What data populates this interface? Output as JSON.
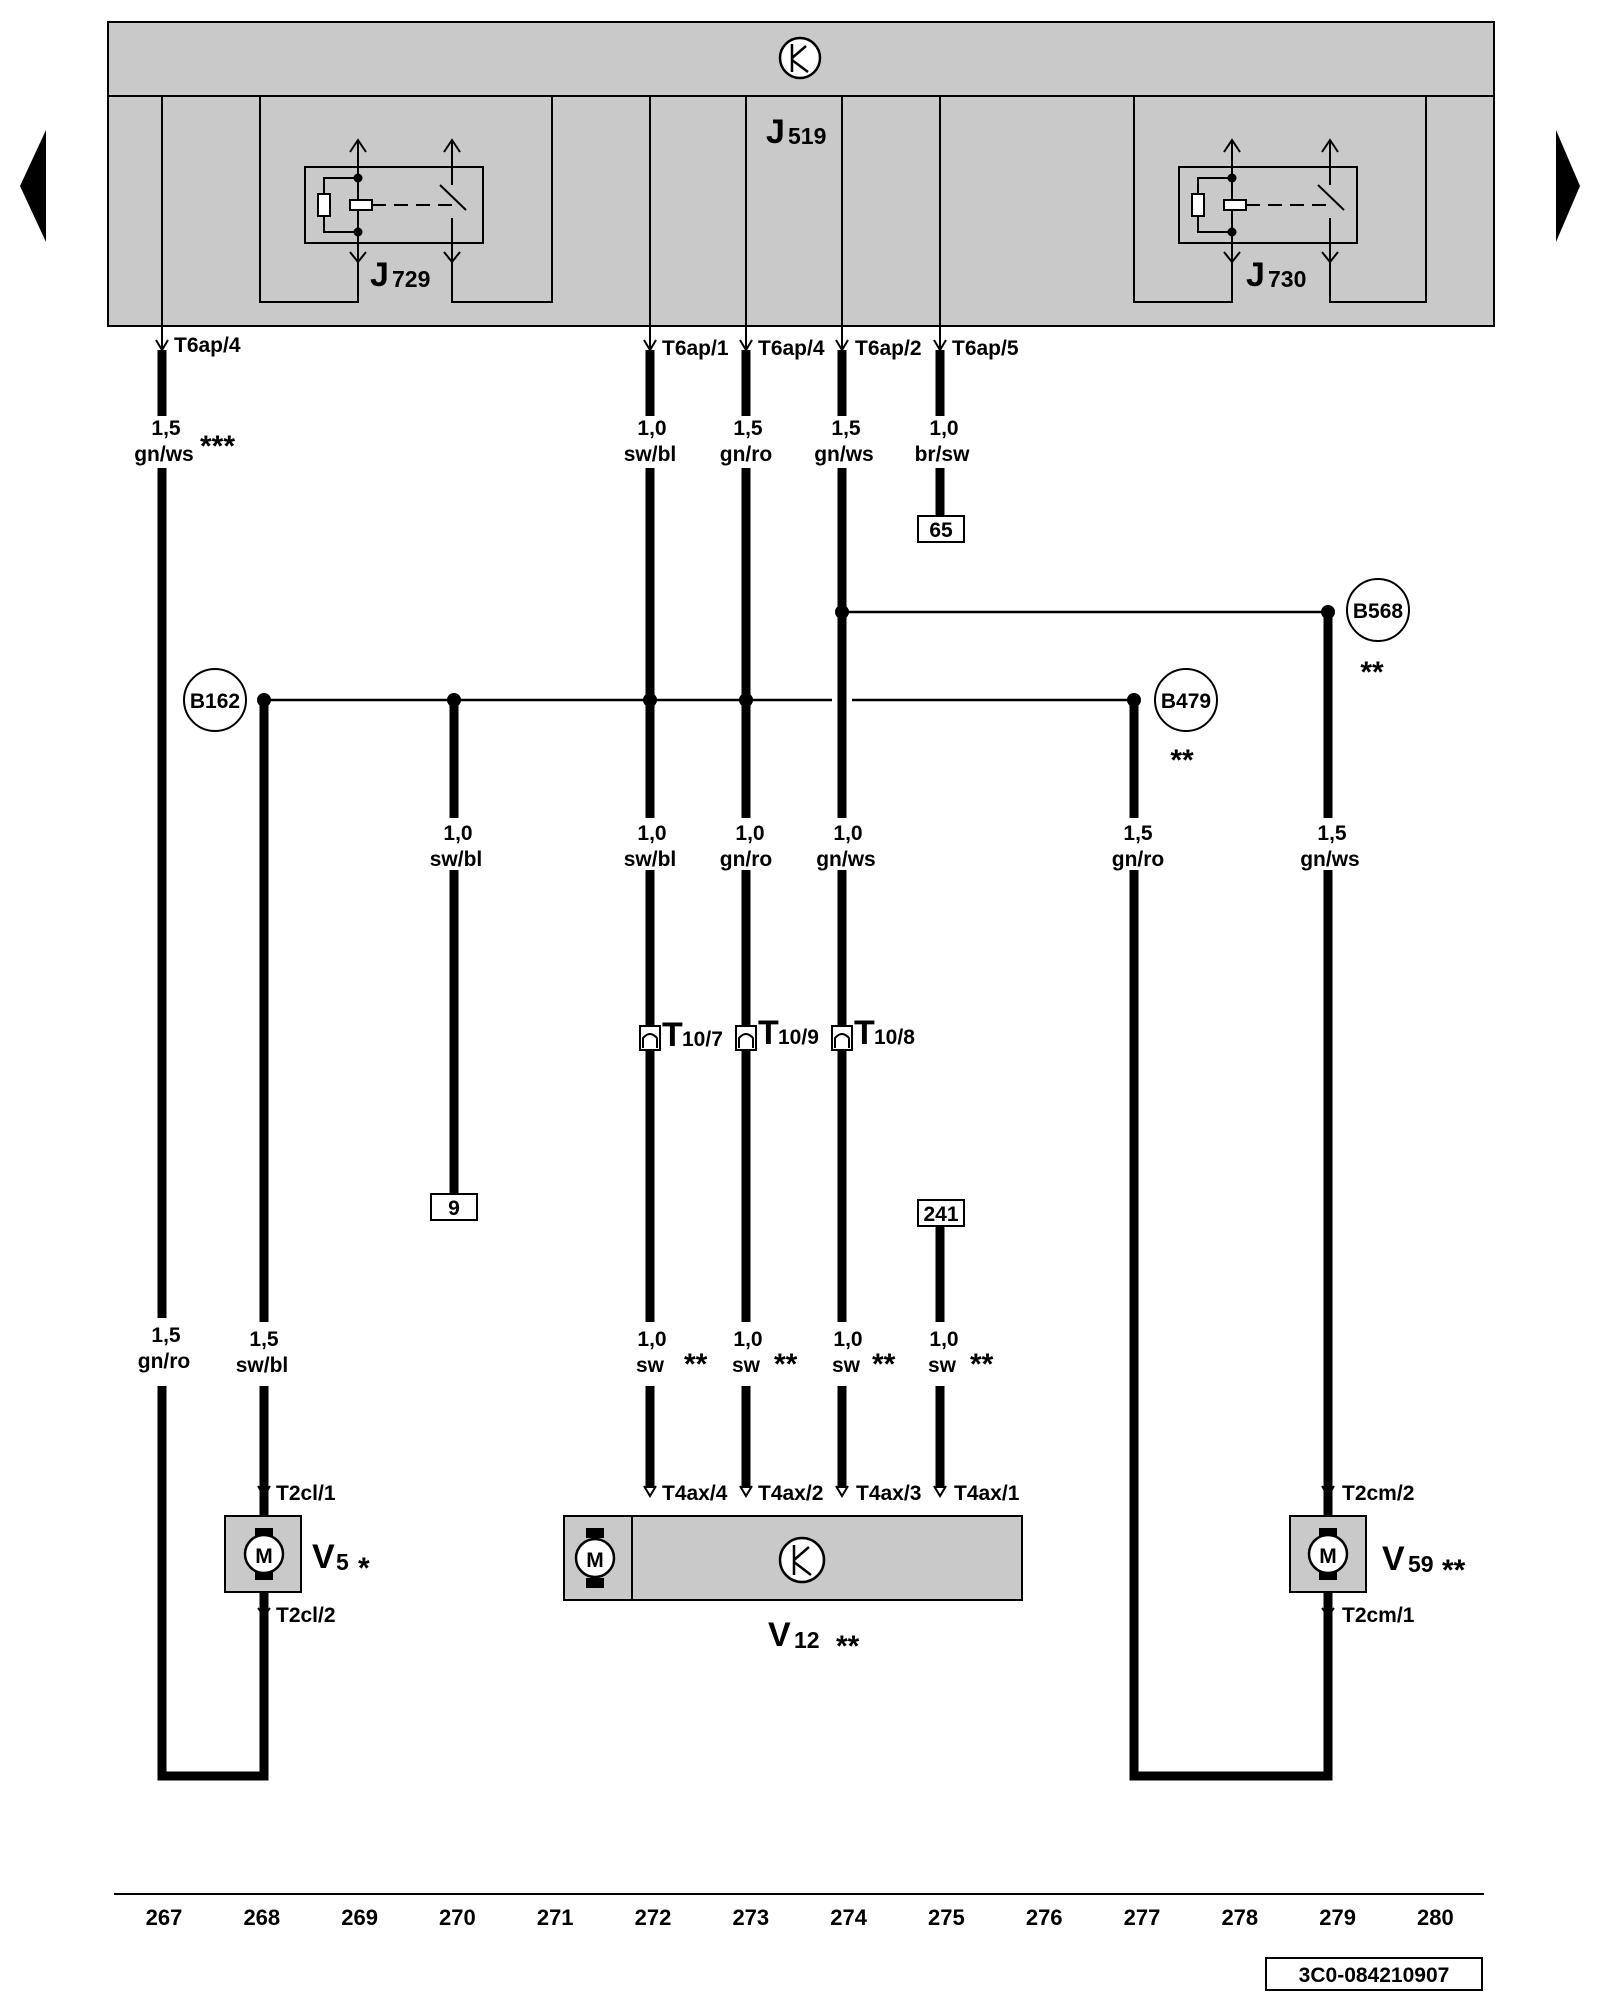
{
  "navigation": {
    "prev_icon": "left-triangle-arrow-icon",
    "next_icon": "right-triangle-arrow-icon"
  },
  "control_unit": {
    "name": "J",
    "sub": "519",
    "icon": "electronic-module-icon"
  },
  "relays": [
    {
      "name": "J",
      "sub": "729"
    },
    {
      "name": "J",
      "sub": "730"
    }
  ],
  "top_connectors": [
    "T6ap/4",
    "T6ap/1",
    "T6ap/4",
    "T6ap/2",
    "T6ap/5"
  ],
  "wires_upper": [
    {
      "size": "1,5",
      "color": "gn/ws",
      "note": "***"
    },
    {
      "size": "1,0",
      "color": "sw/bl"
    },
    {
      "size": "1,5",
      "color": "gn/ro"
    },
    {
      "size": "1,5",
      "color": "gn/ws"
    },
    {
      "size": "1,0",
      "color": "br/sw"
    }
  ],
  "ref_boxes": {
    "r65": "65",
    "r9": "9",
    "r241": "241"
  },
  "junctions": [
    {
      "label": "B162"
    },
    {
      "label": "B479",
      "note": "**"
    },
    {
      "label": "B568",
      "note": "**"
    }
  ],
  "wires_middle": [
    {
      "size": "1,0",
      "color": "sw/bl"
    },
    {
      "size": "1,0",
      "color": "sw/bl"
    },
    {
      "size": "1,0",
      "color": "gn/ro"
    },
    {
      "size": "1,0",
      "color": "gn/ws"
    },
    {
      "size": "1,5",
      "color": "gn/ro"
    },
    {
      "size": "1,5",
      "color": "gn/ws"
    }
  ],
  "inline_connectors": [
    {
      "name": "T",
      "sub": "10/7"
    },
    {
      "name": "T",
      "sub": "10/9"
    },
    {
      "name": "T",
      "sub": "10/8"
    }
  ],
  "wires_lower": [
    {
      "size": "1,5",
      "color": "gn/ro"
    },
    {
      "size": "1,5",
      "color": "sw/bl"
    },
    {
      "size": "1,0",
      "color": "sw",
      "note": "**"
    },
    {
      "size": "1,0",
      "color": "sw",
      "note": "**"
    },
    {
      "size": "1,0",
      "color": "sw",
      "note": "**"
    },
    {
      "size": "1,0",
      "color": "sw",
      "note": "**"
    }
  ],
  "motor_pins": [
    "T2cl/1",
    "T2cl/2",
    "T4ax/4",
    "T4ax/2",
    "T4ax/3",
    "T4ax/1",
    "T2cm/2",
    "T2cm/1"
  ],
  "motors": [
    {
      "name": "V",
      "sub": "5",
      "note": "*",
      "symbol": "M"
    },
    {
      "name": "V",
      "sub": "12",
      "note": "**",
      "symbol": "M"
    },
    {
      "name": "V",
      "sub": "59",
      "note": "**",
      "symbol": "M"
    }
  ],
  "columns": [
    "267",
    "268",
    "269",
    "270",
    "271",
    "272",
    "273",
    "274",
    "275",
    "276",
    "277",
    "278",
    "279",
    "280"
  ],
  "doc_id": "3C0-084210907"
}
